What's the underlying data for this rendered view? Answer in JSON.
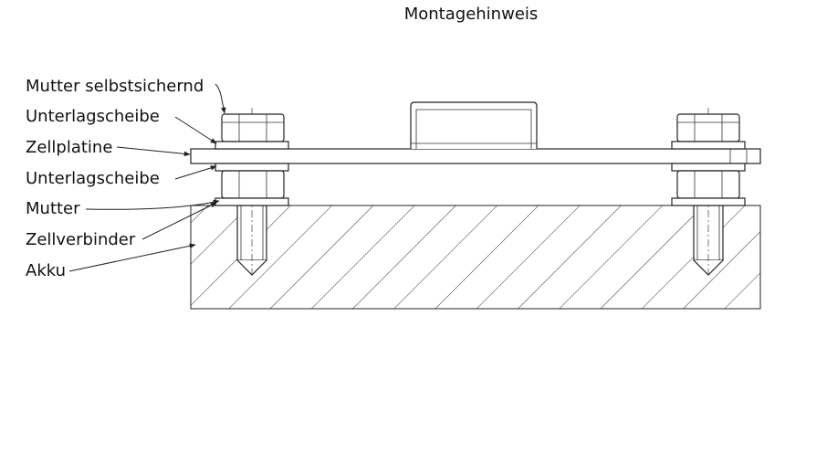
{
  "title": "Montagehinweis",
  "labels": [
    "Mutter selbstsichernd",
    "Unterlagscheibe",
    "Zellplatine",
    "Unterlagscheibe",
    "Mutter",
    "Zellverbinder",
    "Akku"
  ],
  "colors": {
    "line": "#222222",
    "background": "#ffffff"
  }
}
